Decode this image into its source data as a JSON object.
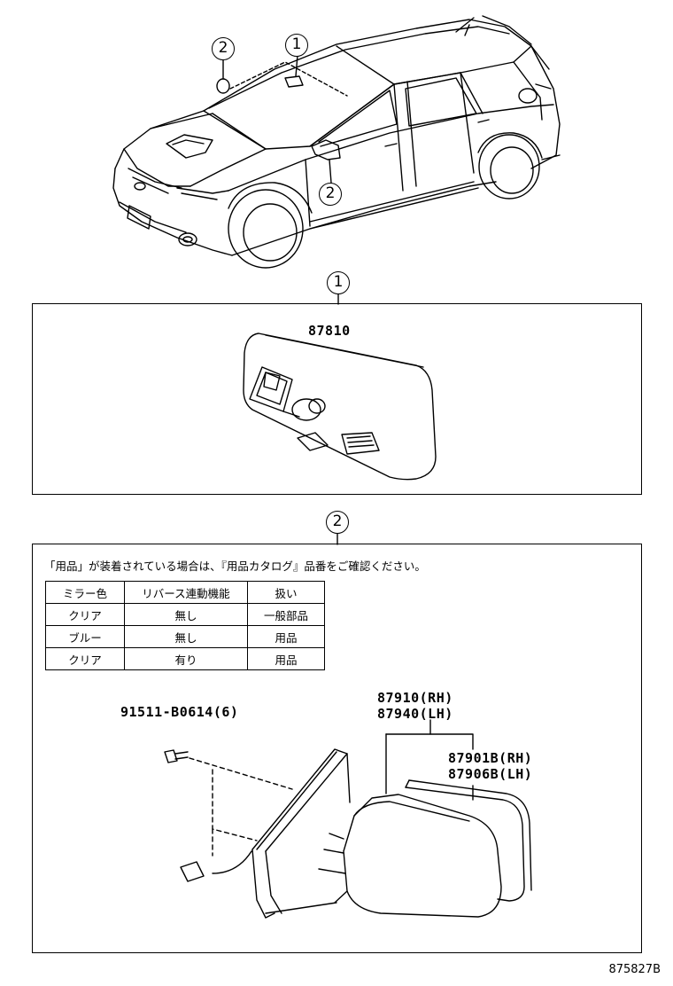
{
  "callouts": {
    "car_mirror_inner": "1",
    "car_mirror_outer_roof": "2",
    "car_mirror_outer_side": "2",
    "section1": "1",
    "section2": "2"
  },
  "section1": {
    "part_number": "87810"
  },
  "section2": {
    "note": "「用品」が装着されている場合は、『用品カタログ』品番をご確認ください。",
    "table": {
      "headers": [
        "ミラー色",
        "リバース連動機能",
        "扱い"
      ],
      "rows": [
        [
          "クリア",
          "無し",
          "一般部品"
        ],
        [
          "ブルー",
          "無し",
          "用品"
        ],
        [
          "クリア",
          "有り",
          "用品"
        ]
      ]
    },
    "bolt_part": "91511-B0614(6)",
    "mirror_rh": "87910(RH)",
    "mirror_lh": "87940(LH)",
    "glass_rh": "87901B(RH)",
    "glass_lh": "87906B(LH)"
  },
  "figure_id": "875827B"
}
